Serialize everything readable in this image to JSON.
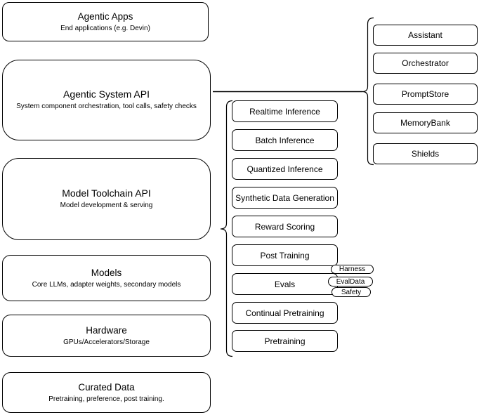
{
  "diagram": {
    "colors": {
      "background": "#ffffff",
      "stroke": "#000000",
      "fill": "#ffffff",
      "text": "#000000"
    },
    "left_column": [
      {
        "title": "Agentic Apps",
        "subtitle": "End applications (e.g. Devin)"
      },
      {
        "title": "Agentic System API",
        "subtitle": "System component orchestration, tool calls, safety checks"
      },
      {
        "title": "Model Toolchain API",
        "subtitle": "Model development & serving"
      },
      {
        "title": "Models",
        "subtitle": "Core LLMs, adapter weights, secondary models"
      },
      {
        "title": "Hardware",
        "subtitle": "GPUs/Accelerators/Storage"
      },
      {
        "title": "Curated Data",
        "subtitle": "Pretraining, preference, post training."
      }
    ],
    "toolchain_items": [
      "Realtime Inference",
      "Batch Inference",
      "Quantized Inference",
      "Synthetic Data Generation",
      "Reward Scoring",
      "Post Training",
      "Evals",
      "Continual Pretraining",
      "Pretraining"
    ],
    "eval_tags": [
      "Harness",
      "EvalData",
      "Safety"
    ],
    "system_components": [
      "Assistant",
      "Orchestrator",
      "PromptStore",
      "MemoryBank",
      "Shields"
    ]
  }
}
